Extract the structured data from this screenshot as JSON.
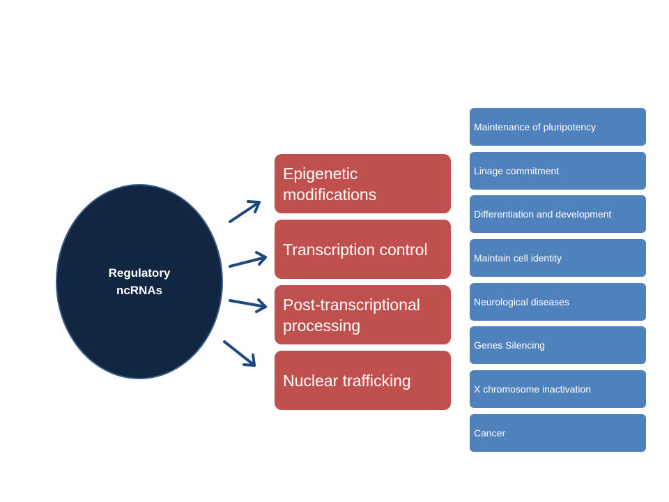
{
  "center": {
    "label": "Regulatory ncRNAs"
  },
  "processes": [
    {
      "label": "Epigenetic modifications"
    },
    {
      "label": "Transcription control"
    },
    {
      "label": "Post-transcriptional processing"
    },
    {
      "label": "Nuclear trafficking"
    }
  ],
  "outcomes": [
    {
      "label": "Maintenance of pluripotency"
    },
    {
      "label": "Linage commitment"
    },
    {
      "label": "Differentiation and development"
    },
    {
      "label": "Maintain cell identity"
    },
    {
      "label": "Neurological diseases"
    },
    {
      "label": "Genes Silencing"
    },
    {
      "label": "X chromosome inactivation"
    },
    {
      "label": "Cancer"
    }
  ],
  "colors": {
    "center_fill": "#132641",
    "process_fill": "#c0504d",
    "outcome_fill": "#4f81bd",
    "arrow": "#1f497d"
  }
}
